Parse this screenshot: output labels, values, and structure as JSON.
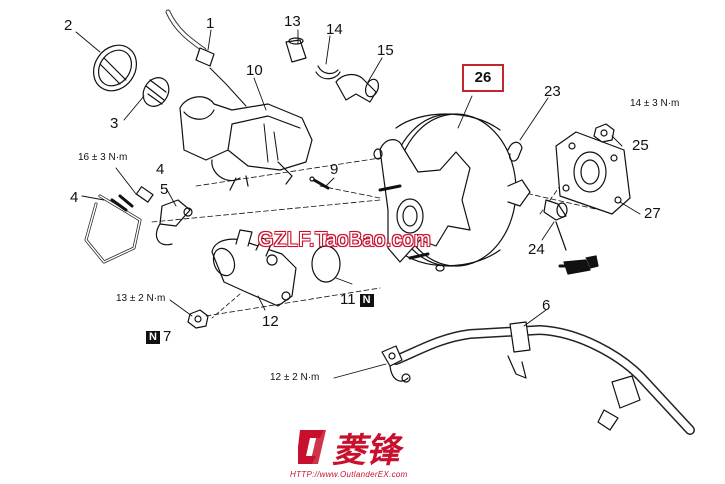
{
  "diagram": {
    "part_labels": {
      "p1": "1",
      "p2": "2",
      "p3": "3",
      "p4a": "4",
      "p4b": "4",
      "p5": "5",
      "p6": "6",
      "p7": "7",
      "p9": "9",
      "p10": "10",
      "p11": "11",
      "p12": "12",
      "p13": "13",
      "p14": "14",
      "p15": "15",
      "p23": "23",
      "p24": "24",
      "p25": "25",
      "p26": "26",
      "p27": "27"
    },
    "torque_labels": {
      "t25": "14 ± 3 N·m",
      "t4": "16 ± 3 N·m",
      "t7": "13 ± 2 N·m",
      "t6": "12 ± 2 N·m"
    },
    "badges": {
      "n7": "N",
      "n11": "N"
    },
    "highlighted_part": "26",
    "highlight_color": "#c0262d"
  },
  "watermark": {
    "text": "GZLF.TaoBao.com",
    "color": "#c8102e"
  },
  "brand": {
    "logo_text": "菱锋",
    "url": "HTTP://www.OutlanderEX.com",
    "color": "#c8102e"
  }
}
